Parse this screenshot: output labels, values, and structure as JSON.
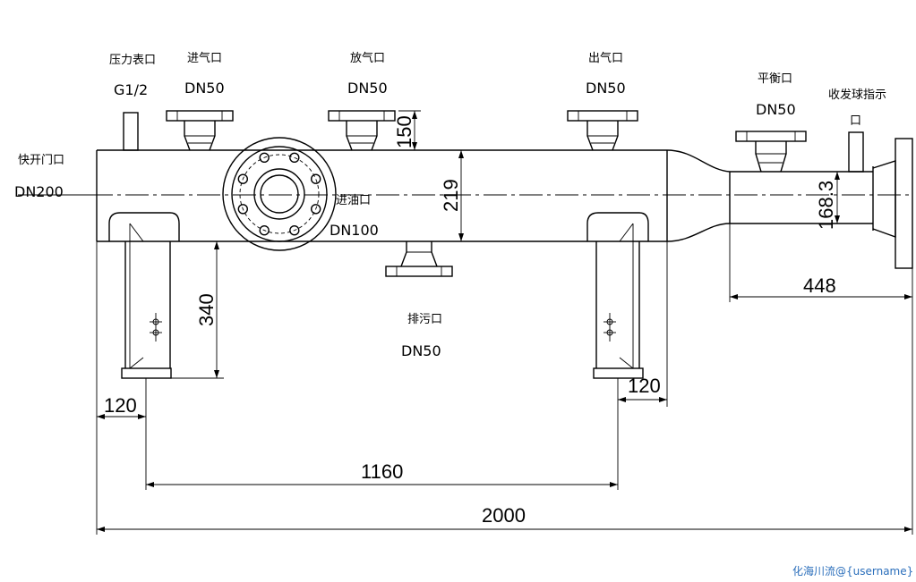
{
  "labels": {
    "pressure_gauge": "压力表口",
    "pressure_gauge_size": "G1/2",
    "gas_inlet": "进气口",
    "gas_inlet_size": "DN50",
    "vent": "放气口",
    "vent_size": "DN50",
    "gas_outlet": "出气口",
    "gas_outlet_size": "DN50",
    "balance": "平衡口",
    "balance_size": "DN50",
    "ball_indicator": "收发球指示",
    "ball_indicator_suffix": "口",
    "quick_door": "快开门口",
    "quick_door_size": "DN200",
    "oil_inlet": "进油口",
    "oil_inlet_size": "DN100",
    "drain": "排污口",
    "drain_size": "DN50"
  },
  "dimensions": {
    "d150": "150",
    "d219": "219",
    "d168": "168.3",
    "d340": "340",
    "d448": "448",
    "d120_left": "120",
    "d120_right": "120",
    "d1160": "1160",
    "d2000": "2000"
  },
  "watermark": "化海川流@{username}"
}
